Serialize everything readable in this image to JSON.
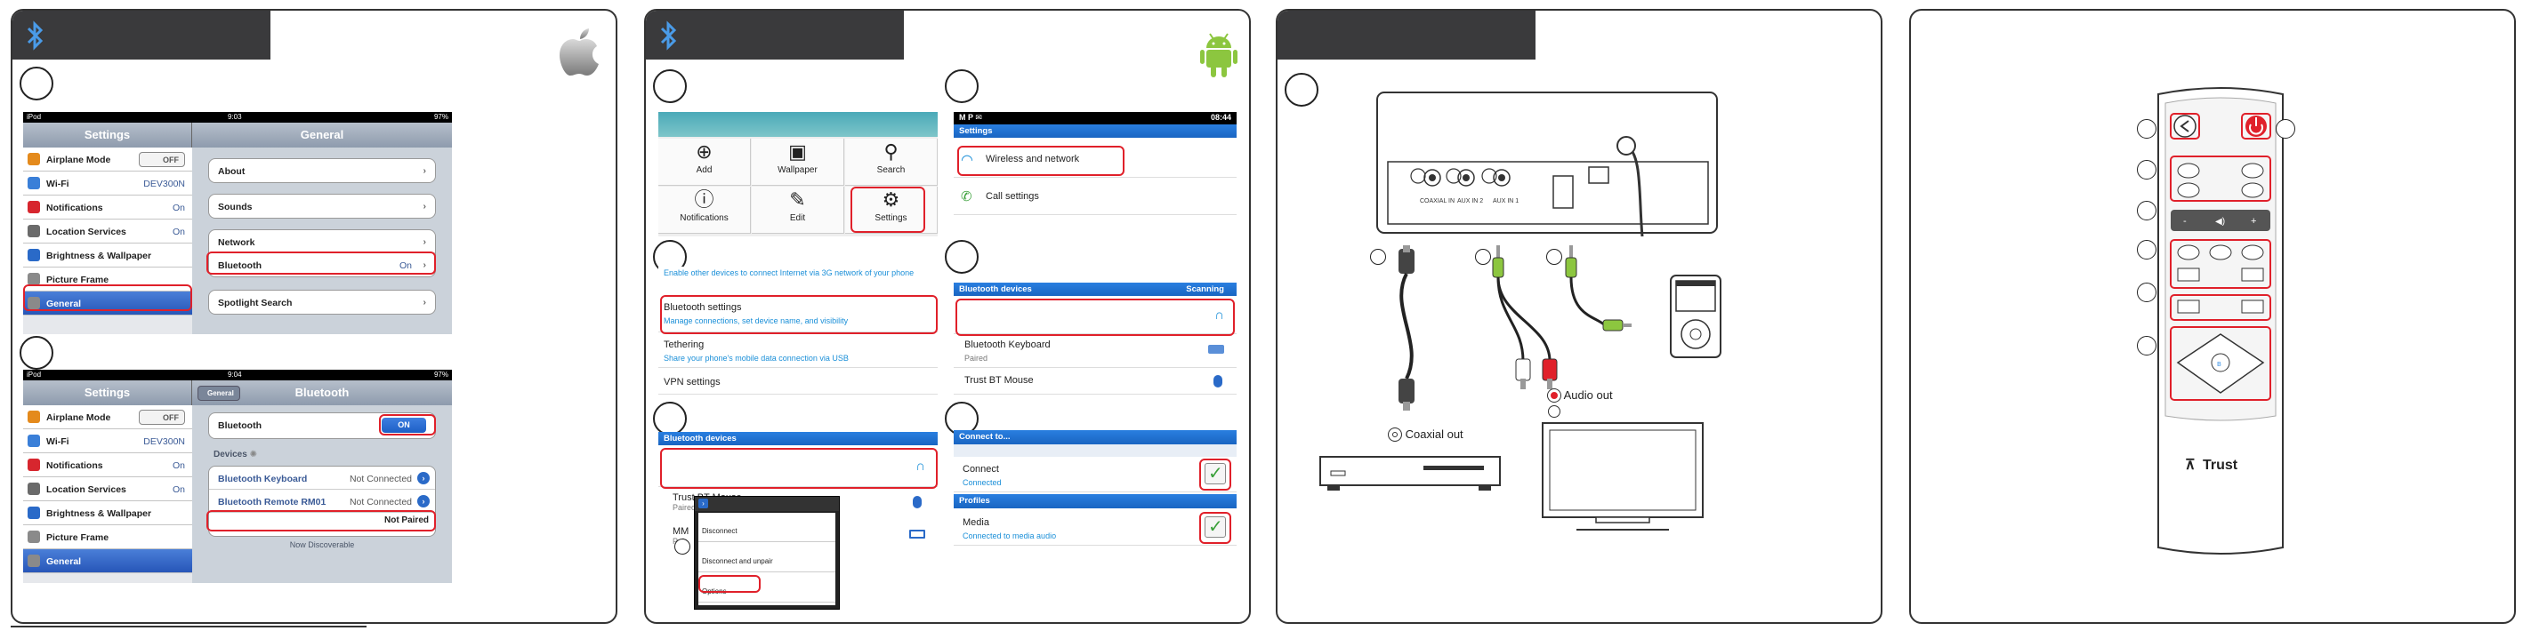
{
  "ios_general": {
    "status_left": "iPod",
    "status_time": "9:03",
    "status_right": "97%",
    "left_title": "Settings",
    "right_title": "General",
    "items": [
      {
        "label": "Airplane Mode",
        "value": "OFF",
        "color": "#e48a1c"
      },
      {
        "label": "Wi-Fi",
        "value": "DEV300N",
        "color": "#3a7fd8"
      },
      {
        "label": "Notifications",
        "value": "On",
        "color": "#d7262e"
      },
      {
        "label": "Location Services",
        "value": "On",
        "color": "#6a6a6a"
      },
      {
        "label": "Brightness & Wallpaper",
        "value": "",
        "color": "#2a6ac8"
      },
      {
        "label": "Picture Frame",
        "value": "",
        "color": "#8a8a8a"
      },
      {
        "label": "General",
        "value": "",
        "color": "#8a8a8a"
      }
    ],
    "groups": {
      "about": "About",
      "sounds": "Sounds",
      "network": "Network",
      "bluetooth": "Bluetooth",
      "bluetooth_value": "On",
      "spotlight": "Spotlight Search"
    }
  },
  "ios_bluetooth": {
    "status_left": "iPod",
    "status_time": "9:04",
    "status_right": "97%",
    "left_title": "Settings",
    "back": "General",
    "right_title": "Bluetooth",
    "items": [
      {
        "label": "Airplane Mode",
        "value": "OFF",
        "color": "#e48a1c"
      },
      {
        "label": "Wi-Fi",
        "value": "DEV300N",
        "color": "#3a7fd8"
      },
      {
        "label": "Notifications",
        "value": "On",
        "color": "#d7262e"
      },
      {
        "label": "Location Services",
        "value": "On",
        "color": "#6a6a6a"
      },
      {
        "label": "Brightness & Wallpaper",
        "value": "",
        "color": "#2a6ac8"
      },
      {
        "label": "Picture Frame",
        "value": "",
        "color": "#8a8a8a"
      },
      {
        "label": "General",
        "value": "",
        "color": "#8a8a8a"
      }
    ],
    "bluetooth_label": "Bluetooth",
    "bluetooth_toggle": "ON",
    "devices_label": "Devices",
    "devices": [
      {
        "name": "Bluetooth Keyboard",
        "status": "Not Connected"
      },
      {
        "name": "Bluetooth Remote RM01",
        "status": "Not Connected"
      }
    ],
    "not_paired": "Not Paired",
    "discoverable": "Now Discoverable"
  },
  "android_home": {
    "menu": [
      {
        "label": "Add"
      },
      {
        "label": "Wallpaper"
      },
      {
        "label": "Search"
      },
      {
        "label": "Notifications"
      },
      {
        "label": "Edit"
      },
      {
        "label": "Settings"
      }
    ]
  },
  "android_settings": {
    "status_time": "08:44",
    "header": "Settings",
    "wireless": "Wireless and network",
    "call": "Call settings"
  },
  "android_wireless": {
    "top_text": "Enable other devices to connect Internet via 3G network of your phone",
    "bt_settings": "Bluetooth settings",
    "bt_settings_sub": "Manage connections, set device name, and visibility",
    "tethering": "Tethering",
    "tethering_sub": "Share your phone's mobile data connection via USB",
    "vpn": "VPN settings"
  },
  "android_devices": {
    "header": "Bluetooth devices",
    "scanning": "Scanning",
    "keyboard": "Bluetooth Keyboard",
    "keyboard_status": "Paired",
    "mouse": "Trust BT Mouse"
  },
  "android_devices2": {
    "header": "Bluetooth devices",
    "mouse": "Trust BT Mouse",
    "mouse_status": "Paired",
    "mm": "MM",
    "mm_status": "Pair",
    "popup": [
      "Disconnect",
      "Disconnect and unpair",
      "Options"
    ]
  },
  "android_connect": {
    "header": "Connect to...",
    "connect": "Connect",
    "connect_sub": "Connected",
    "profiles": "Profiles",
    "media": "Media",
    "media_sub": "Connected to media audio"
  },
  "wiring": {
    "port_labels": [
      "COAXIAL IN",
      "AUX IN 2",
      "AUX IN 1"
    ],
    "coaxial_out": "Coaxial out",
    "audio_out": "Audio out"
  },
  "remote": {
    "brand": "Trust"
  },
  "colors": {
    "accent_red": "#e0202a",
    "header_dark": "#3a3a3c",
    "android_green": "#8cc63f",
    "android_blue": "#1a8fd8"
  }
}
